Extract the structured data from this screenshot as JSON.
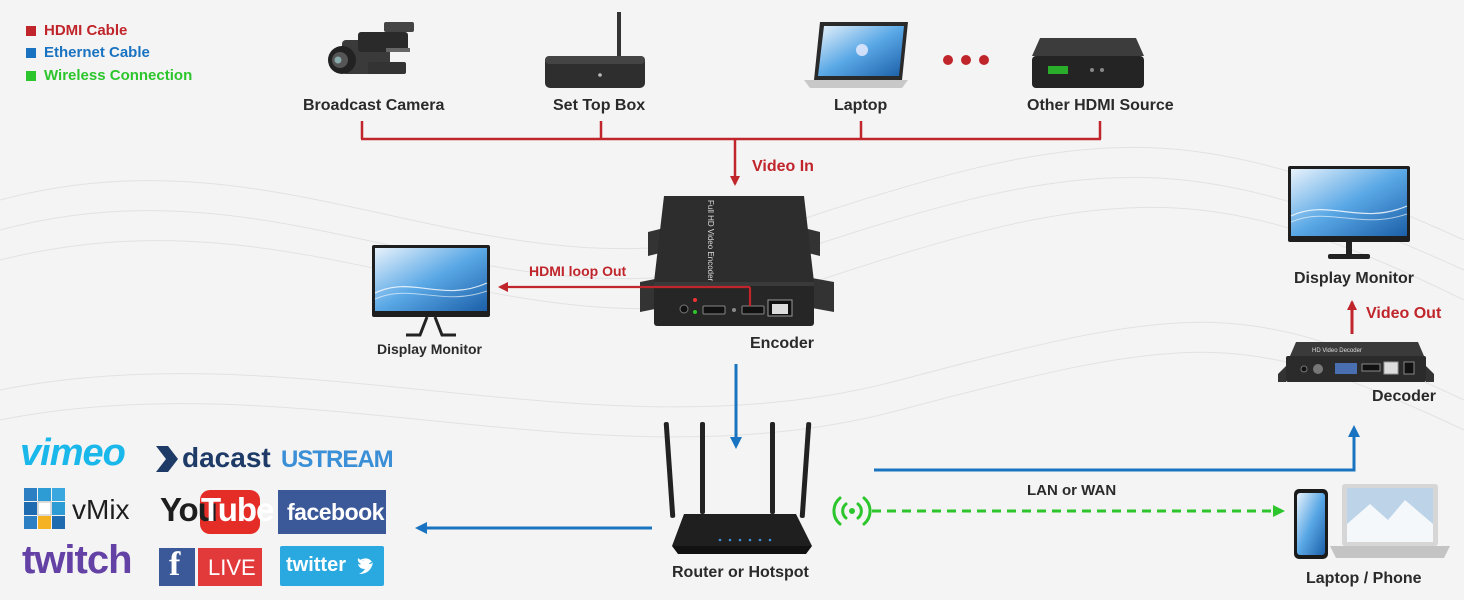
{
  "colors": {
    "hdmi": "#c0252b",
    "ethernet": "#1a73c0",
    "wireless": "#2cc62c",
    "text": "#2a2a2a",
    "device": "#2b2b2b",
    "screen": "#2f8fd6"
  },
  "legend": {
    "hdmi": "HDMI Cable",
    "ethernet": "Ethernet Cable",
    "wireless": "Wireless Connection"
  },
  "sources": {
    "camera": "Broadcast Camera",
    "settop": "Set Top Box",
    "laptop": "Laptop",
    "other": "Other HDMI Source",
    "ellipsis_icon": "ellipsis-icon"
  },
  "connections": {
    "video_in": "Video In",
    "hdmi_loop_out": "HDMI loop Out",
    "video_out": "Video Out",
    "lan_wan": "LAN or WAN"
  },
  "devices": {
    "encoder": "Encoder",
    "encoder_face_text": "Full HD Video Encoder",
    "monitor_left": "Display Monitor",
    "monitor_right": "Display Monitor",
    "decoder": "Decoder",
    "decoder_face_text": "HD Video Decoder",
    "router": "Router or Hotspot",
    "client": "Laptop / Phone"
  },
  "platforms": {
    "vimeo": "vimeo",
    "dacast": "dacast",
    "ustream": "USTREAM",
    "vmix": "vMix",
    "youtube_you": "You",
    "youtube_tube": "Tube",
    "facebook": "facebook",
    "twitch": "twitch",
    "fb_live": "LIVE",
    "twitter": "twitter"
  }
}
